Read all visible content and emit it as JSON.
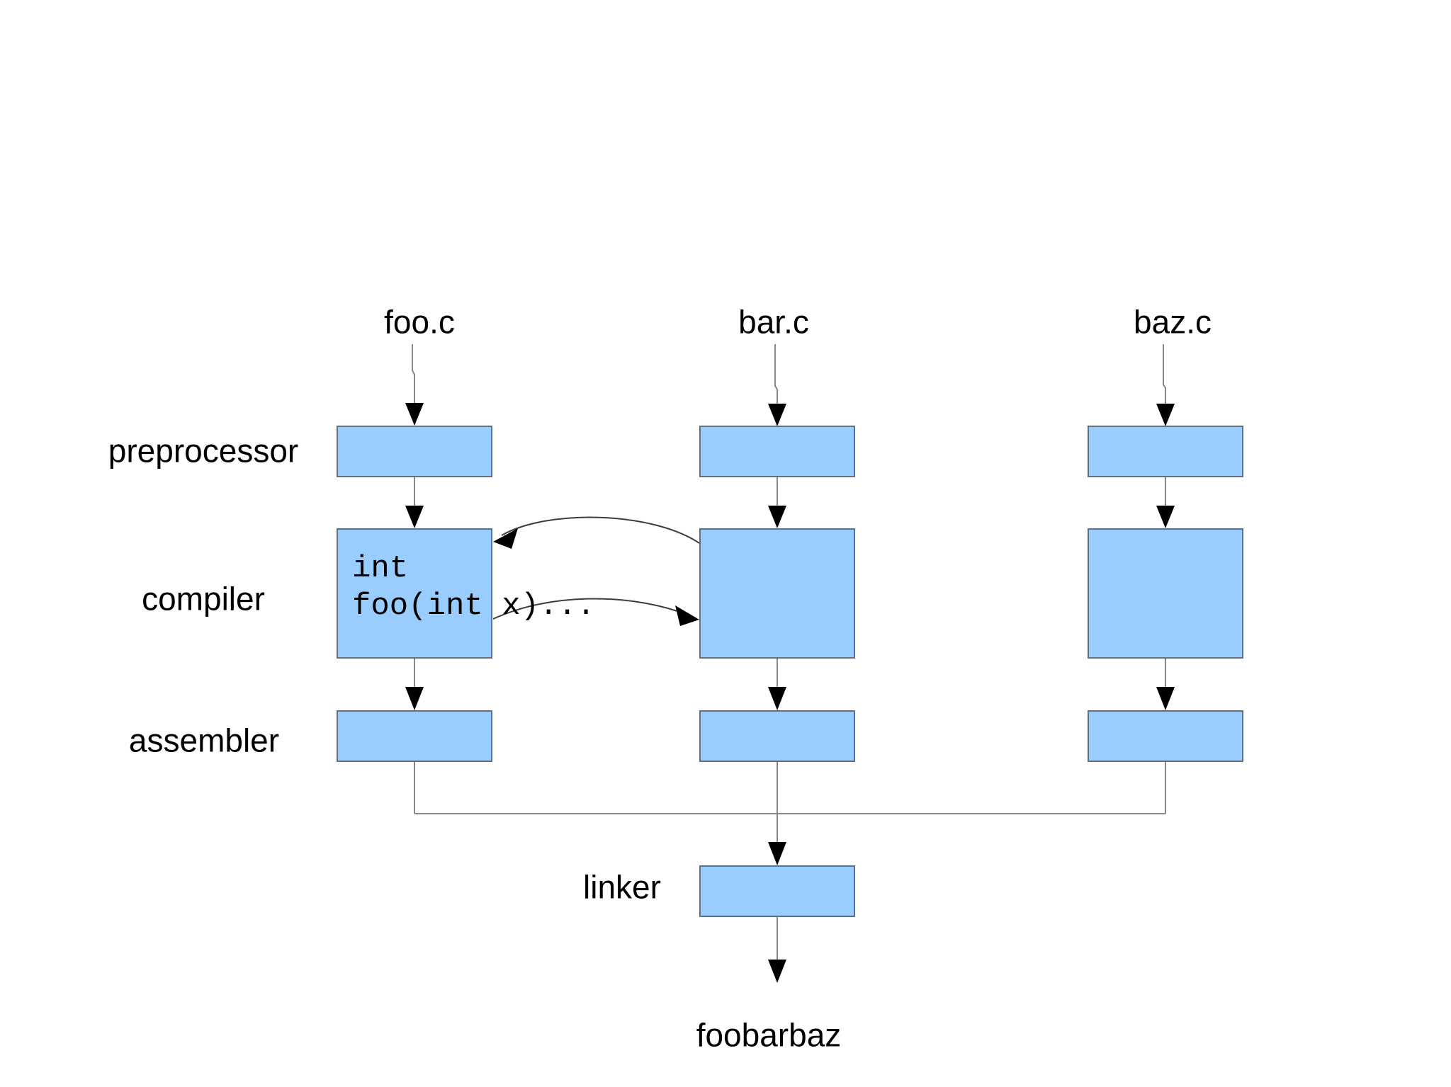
{
  "diagram": {
    "source_files": [
      {
        "label": "foo.c"
      },
      {
        "label": "bar.c"
      },
      {
        "label": "baz.c"
      }
    ],
    "stages": [
      {
        "label": "preprocessor"
      },
      {
        "label": "compiler"
      },
      {
        "label": "assembler"
      }
    ],
    "linker_label": "linker",
    "output_label": "foobarbaz",
    "compiler_annotation": {
      "line1": "int",
      "line2": "foo(int x)..."
    },
    "colors": {
      "bg": "#ffffff",
      "box_fill": "#99ccff",
      "box_border": "#5f7285",
      "line": "#878787",
      "curve": "#3d3d3d",
      "arrow": "#000000",
      "text": "#000000"
    }
  }
}
